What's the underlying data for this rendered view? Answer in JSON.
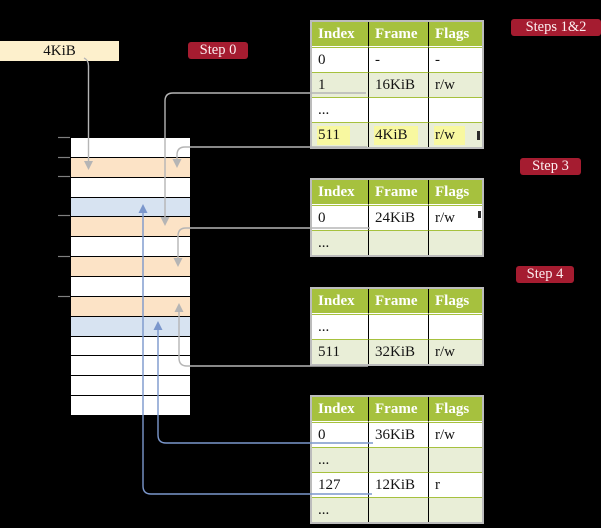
{
  "frame_box": {
    "label": "4KiB"
  },
  "steps": {
    "step0": "Step 0",
    "steps12": "Steps 1&2",
    "step3": "Step 3",
    "step4": "Step 4"
  },
  "tables": {
    "headers": [
      "Index",
      "Frame",
      "Flags"
    ],
    "t1": {
      "rows": [
        [
          "0",
          "-",
          "-"
        ],
        [
          "1",
          "16KiB",
          "r/w"
        ],
        [
          "...",
          "",
          ""
        ],
        [
          "511",
          "4KiB",
          "r/w"
        ]
      ],
      "highlighted_row": 3
    },
    "t2": {
      "rows": [
        [
          "0",
          "24KiB",
          "r/w"
        ],
        [
          "...",
          "",
          ""
        ]
      ]
    },
    "t3": {
      "rows": [
        [
          "...",
          "",
          ""
        ],
        [
          "511",
          "32KiB",
          "r/w"
        ]
      ]
    },
    "t4": {
      "rows": [
        [
          "0",
          "36KiB",
          "r/w"
        ],
        [
          "...",
          "",
          ""
        ],
        [
          "127",
          "12KiB",
          "r"
        ],
        [
          "...",
          "",
          ""
        ]
      ]
    }
  },
  "memory": {
    "rows": [
      "plain",
      "frame",
      "plain",
      "pagetable",
      "frame",
      "plain",
      "frame",
      "plain",
      "frame",
      "pagetable",
      "plain",
      "plain",
      "plain",
      "plain"
    ]
  },
  "colors": {
    "crimson": "#a51c30",
    "header_green": "#a6c13e",
    "row_green": "#e9eed7",
    "highlight_yellow": "#f8f8a0",
    "frame_orange": "#fce3c6",
    "pagetable_blue": "#d7e3f1",
    "box_cream": "#fdf0cc",
    "connector_gray": "#b5b5b5",
    "connector_blue": "#7b97cc",
    "table_border": "#bcbcbc",
    "tick_gray": "#7f7f7f"
  }
}
